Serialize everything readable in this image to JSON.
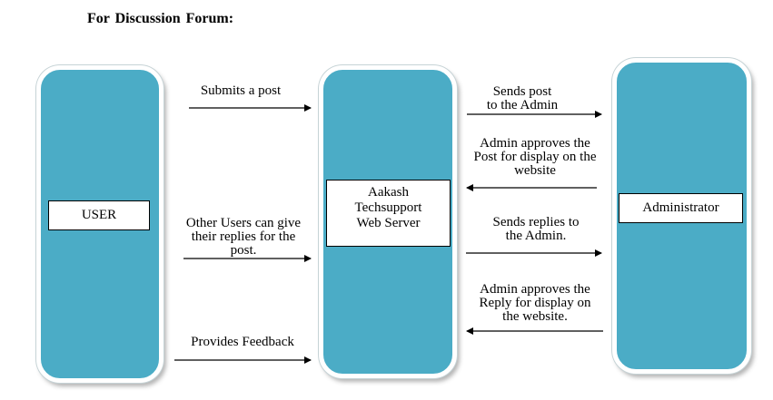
{
  "title": "For Discussion  Forum:",
  "colors": {
    "pillar_fill": "#4bacc6",
    "pillar_border": "#ffffff",
    "arrow": "#000000",
    "label_box": "#ffffff"
  },
  "nodes": {
    "user": "USER",
    "server": "Aakash\nTechsupport\nWeb Server",
    "admin": "Administrator"
  },
  "flows": {
    "submits_post": "Submits a post",
    "send_post_admin": "Sends post\nto the Admin",
    "admin_approves_post": "Admin approves the\nPost for display on the\nwebsite",
    "other_users_reply": "Other Users can give\ntheir replies for the\npost.",
    "send_replies_admin": "Sends replies to\nthe  Admin.",
    "admin_approves_reply": "Admin approves the\nReply for display on\nthe website.",
    "provides_feedback": "Provides Feedback"
  }
}
